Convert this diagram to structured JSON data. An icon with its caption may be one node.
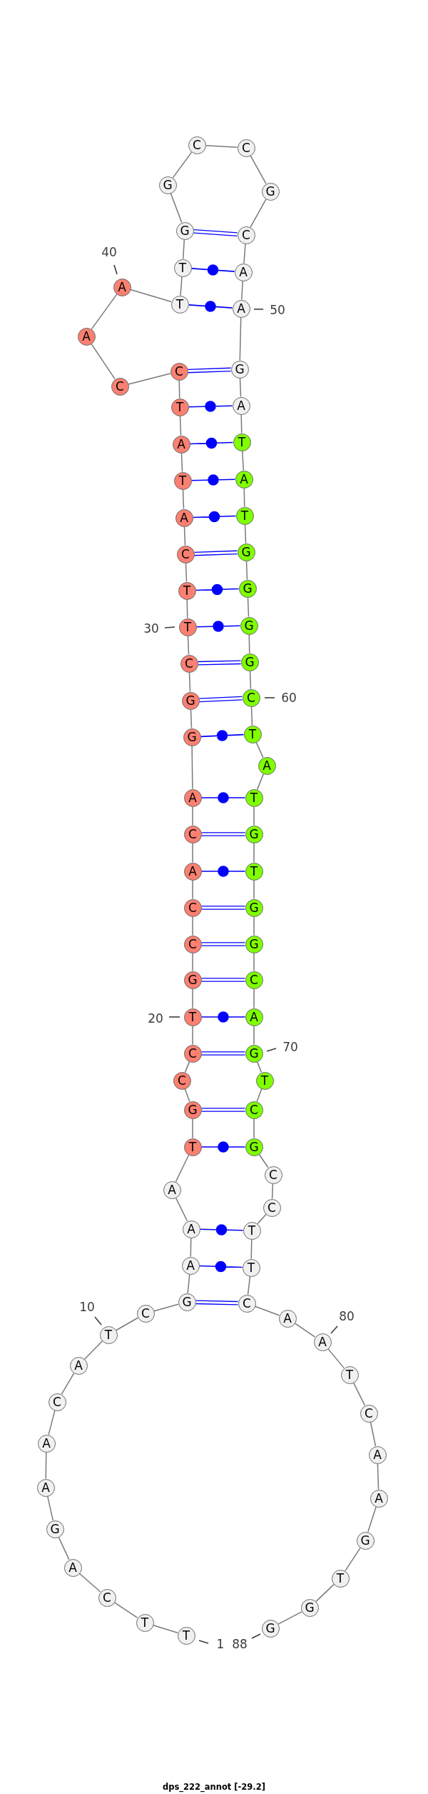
{
  "diagram": {
    "caption": "dps_222_annot [-29.2]",
    "nodes": [
      {
        "text": [
          "T"
        ],
        "beside": [
          "1"
        ]
      },
      {
        "text": [
          "T"
        ]
      },
      {
        "text": [
          "C"
        ]
      },
      {
        "text": [
          "A"
        ]
      },
      {
        "text": [
          "G"
        ]
      },
      {
        "text": [
          "A"
        ]
      },
      {
        "text": [
          "A"
        ]
      },
      {
        "text": [
          "C"
        ]
      },
      {
        "text": [
          "A"
        ]
      },
      {
        "text": [
          "T"
        ],
        "beside": [
          "10"
        ]
      },
      {
        "text": [
          "C"
        ]
      },
      {
        "text": [
          "G"
        ]
      },
      {
        "text": [
          "A"
        ]
      },
      {
        "text": [
          "A"
        ]
      },
      {
        "text": [
          "A"
        ]
      },
      {
        "text": [
          "T"
        ]
      },
      {
        "text": [
          "G"
        ]
      },
      {
        "text": [
          "C"
        ]
      },
      {
        "text": [
          "C"
        ]
      },
      {
        "text": [
          "T"
        ],
        "beside": [
          "20"
        ]
      },
      {
        "text": [
          "G"
        ]
      },
      {
        "text": [
          "C"
        ]
      },
      {
        "text": [
          "C"
        ]
      },
      {
        "text": [
          "A"
        ]
      },
      {
        "text": [
          "C"
        ]
      },
      {
        "text": [
          "A"
        ]
      },
      {
        "text": [
          "G"
        ]
      },
      {
        "text": [
          "G"
        ]
      },
      {
        "text": [
          "C"
        ]
      },
      {
        "text": [
          "T"
        ],
        "beside": [
          "30"
        ]
      },
      {
        "text": [
          "T"
        ]
      },
      {
        "text": [
          "C"
        ]
      },
      {
        "text": [
          "A"
        ]
      },
      {
        "text": [
          "T"
        ]
      },
      {
        "text": [
          "A"
        ]
      },
      {
        "text": [
          "T"
        ]
      },
      {
        "text": [
          "C"
        ]
      },
      {
        "text": [
          "C"
        ]
      },
      {
        "text": [
          "A"
        ]
      },
      {
        "text": [
          "A"
        ],
        "beside": [
          "40"
        ]
      },
      {
        "text": [
          "T"
        ]
      },
      {
        "text": [
          "T"
        ]
      },
      {
        "text": [
          "G"
        ]
      },
      {
        "text": [
          "G"
        ]
      },
      {
        "text": [
          "C"
        ]
      },
      {
        "text": [
          "C"
        ]
      },
      {
        "text": [
          "G"
        ]
      },
      {
        "text": [
          "C"
        ]
      },
      {
        "text": [
          "A"
        ]
      },
      {
        "text": [
          "A"
        ],
        "beside": [
          "50"
        ]
      },
      {
        "text": [
          "G"
        ]
      },
      {
        "text": [
          "A"
        ]
      },
      {
        "text": [
          "T"
        ]
      },
      {
        "text": [
          "A"
        ]
      },
      {
        "text": [
          "T"
        ]
      },
      {
        "text": [
          "G"
        ]
      },
      {
        "text": [
          "G"
        ]
      },
      {
        "text": [
          "G"
        ]
      },
      {
        "text": [
          "G"
        ]
      },
      {
        "text": [
          "C"
        ],
        "beside": [
          "60"
        ]
      },
      {
        "text": [
          "T"
        ]
      },
      {
        "text": [
          "A"
        ]
      },
      {
        "text": [
          "T"
        ]
      },
      {
        "text": [
          "G"
        ]
      },
      {
        "text": [
          "T"
        ]
      },
      {
        "text": [
          "G"
        ]
      },
      {
        "text": [
          "G"
        ]
      },
      {
        "text": [
          "C"
        ]
      },
      {
        "text": [
          "A"
        ]
      },
      {
        "text": [
          "G"
        ],
        "beside": [
          "70"
        ]
      },
      {
        "text": [
          "T"
        ]
      },
      {
        "text": [
          "C"
        ]
      },
      {
        "text": [
          "G"
        ]
      },
      {
        "text": [
          "C"
        ]
      },
      {
        "text": [
          "C"
        ]
      },
      {
        "text": [
          "T"
        ]
      },
      {
        "text": [
          "T"
        ]
      },
      {
        "text": [
          "C"
        ]
      },
      {
        "text": [
          "A"
        ]
      },
      {
        "text": [
          "A"
        ],
        "beside": [
          "80"
        ]
      },
      {
        "text": [
          "T"
        ]
      },
      {
        "text": [
          "C"
        ]
      },
      {
        "text": [
          "A"
        ]
      },
      {
        "text": [
          "A"
        ]
      },
      {
        "text": [
          "G"
        ]
      },
      {
        "text": [
          "T"
        ]
      },
      {
        "text": [
          "G"
        ]
      },
      {
        "text": [
          "G"
        ],
        "beside": [
          "88"
        ]
      }
    ],
    "edges": [
      {
        "from": 0,
        "to": 1,
        "arrow": "none"
      },
      {
        "from": 1,
        "to": 2,
        "arrow": "none"
      },
      {
        "from": 2,
        "to": 3,
        "arrow": "none"
      },
      {
        "from": 3,
        "to": 4,
        "arrow": "none"
      },
      {
        "from": 4,
        "to": 5,
        "arrow": "none"
      },
      {
        "from": 5,
        "to": 6,
        "arrow": "none"
      },
      {
        "from": 6,
        "to": 7,
        "arrow": "none"
      },
      {
        "from": 7,
        "to": 8,
        "arrow": "none"
      },
      {
        "from": 8,
        "to": 9,
        "arrow": "none"
      },
      {
        "from": 9,
        "to": 10,
        "arrow": "none"
      },
      {
        "from": 10,
        "to": 11,
        "arrow": "none"
      },
      {
        "from": 11,
        "to": 12,
        "arrow": "none"
      },
      {
        "from": 12,
        "to": 13,
        "arrow": "none"
      },
      {
        "from": 13,
        "to": 14,
        "arrow": "none"
      },
      {
        "from": 14,
        "to": 15,
        "arrow": "none"
      },
      {
        "from": 15,
        "to": 16,
        "arrow": "none"
      },
      {
        "from": 16,
        "to": 17,
        "arrow": "none"
      },
      {
        "from": 17,
        "to": 18,
        "arrow": "none"
      },
      {
        "from": 18,
        "to": 19,
        "arrow": "none"
      },
      {
        "from": 19,
        "to": 20,
        "arrow": "none"
      },
      {
        "from": 20,
        "to": 21,
        "arrow": "none"
      },
      {
        "from": 21,
        "to": 22,
        "arrow": "none"
      },
      {
        "from": 22,
        "to": 23,
        "arrow": "none"
      },
      {
        "from": 23,
        "to": 24,
        "arrow": "none"
      },
      {
        "from": 24,
        "to": 25,
        "arrow": "none"
      },
      {
        "from": 25,
        "to": 26,
        "arrow": "none"
      },
      {
        "from": 26,
        "to": 27,
        "arrow": "none"
      },
      {
        "from": 27,
        "to": 28,
        "arrow": "none"
      },
      {
        "from": 28,
        "to": 29,
        "arrow": "none"
      },
      {
        "from": 29,
        "to": 30,
        "arrow": "none"
      },
      {
        "from": 30,
        "to": 31,
        "arrow": "none"
      },
      {
        "from": 31,
        "to": 32,
        "arrow": "none"
      },
      {
        "from": 32,
        "to": 33,
        "arrow": "none"
      },
      {
        "from": 33,
        "to": 34,
        "arrow": "none"
      },
      {
        "from": 34,
        "to": 35,
        "arrow": "none"
      },
      {
        "from": 35,
        "to": 36,
        "arrow": "none"
      },
      {
        "from": 36,
        "to": 37,
        "arrow": "none"
      },
      {
        "from": 37,
        "to": 38,
        "arrow": "none"
      },
      {
        "from": 38,
        "to": 39,
        "arrow": "none"
      },
      {
        "from": 39,
        "to": 40,
        "arrow": "none"
      },
      {
        "from": 40,
        "to": 41,
        "arrow": "none"
      },
      {
        "from": 41,
        "to": 42,
        "arrow": "none"
      },
      {
        "from": 42,
        "to": 43,
        "arrow": "none"
      },
      {
        "from": 43,
        "to": 44,
        "arrow": "none"
      },
      {
        "from": 44,
        "to": 45,
        "arrow": "none"
      },
      {
        "from": 45,
        "to": 46,
        "arrow": "none"
      },
      {
        "from": 46,
        "to": 47,
        "arrow": "none"
      },
      {
        "from": 47,
        "to": 48,
        "arrow": "none"
      },
      {
        "from": 48,
        "to": 49,
        "arrow": "none"
      },
      {
        "from": 49,
        "to": 50,
        "arrow": "none"
      },
      {
        "from": 50,
        "to": 51,
        "arrow": "none"
      },
      {
        "from": 51,
        "to": 52,
        "arrow": "none"
      },
      {
        "from": 52,
        "to": 53,
        "arrow": "none"
      },
      {
        "from": 53,
        "to": 54,
        "arrow": "none"
      },
      {
        "from": 54,
        "to": 55,
        "arrow": "none"
      },
      {
        "from": 55,
        "to": 56,
        "arrow": "none"
      },
      {
        "from": 56,
        "to": 57,
        "arrow": "none"
      },
      {
        "from": 57,
        "to": 58,
        "arrow": "none"
      },
      {
        "from": 58,
        "to": 59,
        "arrow": "none"
      },
      {
        "from": 59,
        "to": 60,
        "arrow": "none"
      },
      {
        "from": 60,
        "to": 61,
        "arrow": "none"
      },
      {
        "from": 61,
        "to": 62,
        "arrow": "none"
      },
      {
        "from": 62,
        "to": 63,
        "arrow": "none"
      },
      {
        "from": 63,
        "to": 64,
        "arrow": "none"
      },
      {
        "from": 64,
        "to": 65,
        "arrow": "none"
      },
      {
        "from": 65,
        "to": 66,
        "arrow": "none"
      },
      {
        "from": 66,
        "to": 67,
        "arrow": "none"
      },
      {
        "from": 67,
        "to": 68,
        "arrow": "none"
      },
      {
        "from": 68,
        "to": 69,
        "arrow": "none"
      },
      {
        "from": 69,
        "to": 70,
        "arrow": "none"
      },
      {
        "from": 70,
        "to": 71,
        "arrow": "none"
      },
      {
        "from": 71,
        "to": 72,
        "arrow": "none"
      },
      {
        "from": 72,
        "to": 73,
        "arrow": "none"
      },
      {
        "from": 73,
        "to": 74,
        "arrow": "none"
      },
      {
        "from": 74,
        "to": 75,
        "arrow": "none"
      },
      {
        "from": 75,
        "to": 76,
        "arrow": "none"
      },
      {
        "from": 76,
        "to": 77,
        "arrow": "none"
      },
      {
        "from": 77,
        "to": 78,
        "arrow": "none"
      },
      {
        "from": 78,
        "to": 79,
        "arrow": "none"
      },
      {
        "from": 79,
        "to": 80,
        "arrow": "none"
      },
      {
        "from": 80,
        "to": 81,
        "arrow": "none"
      },
      {
        "from": 81,
        "to": 82,
        "arrow": "none"
      },
      {
        "from": 82,
        "to": 83,
        "arrow": "none"
      },
      {
        "from": 83,
        "to": 84,
        "arrow": "none"
      },
      {
        "from": 84,
        "to": 85,
        "arrow": "none"
      },
      {
        "from": 85,
        "to": 86,
        "arrow": "none"
      },
      {
        "from": 86,
        "to": 87,
        "arrow": "none"
      },
      {
        "from": 11,
        "to": 77,
        "arrow": "none",
        "color": "#0000ff"
      },
      {
        "from": 12,
        "to": 76,
        "arrow": "none",
        "color": "#0000ff"
      },
      {
        "from": 13,
        "to": 75,
        "arrow": "none",
        "color": "#0000ff"
      },
      {
        "from": 15,
        "to": 72,
        "arrow": "none",
        "color": "#0000ff"
      },
      {
        "from": 16,
        "to": 71,
        "arrow": "none",
        "color": "#0000ff"
      },
      {
        "from": 18,
        "to": 69,
        "arrow": "none",
        "color": "#0000ff"
      },
      {
        "from": 19,
        "to": 68,
        "arrow": "none",
        "color": "#0000ff"
      },
      {
        "from": 20,
        "to": 67,
        "arrow": "none",
        "color": "#0000ff"
      },
      {
        "from": 21,
        "to": 66,
        "arrow": "none",
        "color": "#0000ff"
      },
      {
        "from": 22,
        "to": 65,
        "arrow": "none",
        "color": "#0000ff"
      },
      {
        "from": 23,
        "to": 64,
        "arrow": "none",
        "color": "#0000ff"
      },
      {
        "from": 24,
        "to": 63,
        "arrow": "none",
        "color": "#0000ff"
      },
      {
        "from": 25,
        "to": 62,
        "arrow": "none",
        "color": "#0000ff"
      },
      {
        "from": 26,
        "to": 60,
        "arrow": "none",
        "color": "#0000ff"
      },
      {
        "from": 27,
        "to": 59,
        "arrow": "none",
        "color": "#0000ff"
      },
      {
        "from": 28,
        "to": 58,
        "arrow": "none",
        "color": "#0000ff"
      },
      {
        "from": 29,
        "to": 57,
        "arrow": "none",
        "color": "#0000ff"
      },
      {
        "from": 30,
        "to": 56,
        "arrow": "none",
        "color": "#0000ff"
      },
      {
        "from": 31,
        "to": 55,
        "arrow": "none",
        "color": "#0000ff"
      },
      {
        "from": 32,
        "to": 54,
        "arrow": "none",
        "color": "#0000ff"
      },
      {
        "from": 33,
        "to": 53,
        "arrow": "none",
        "color": "#0000ff"
      },
      {
        "from": 34,
        "to": 52,
        "arrow": "none",
        "color": "#0000ff"
      },
      {
        "from": 35,
        "to": 51,
        "arrow": "none",
        "color": "#0000ff"
      },
      {
        "from": 36,
        "to": 50,
        "arrow": "none",
        "color": "#0000ff"
      },
      {
        "from": 40,
        "to": 49,
        "arrow": "none",
        "color": "#0000ff"
      },
      {
        "from": 41,
        "to": 48,
        "arrow": "none",
        "color": "#0000ff"
      },
      {
        "from": 42,
        "to": 47,
        "arrow": "none",
        "color": "#0000ff"
      }
    ]
  }
}
